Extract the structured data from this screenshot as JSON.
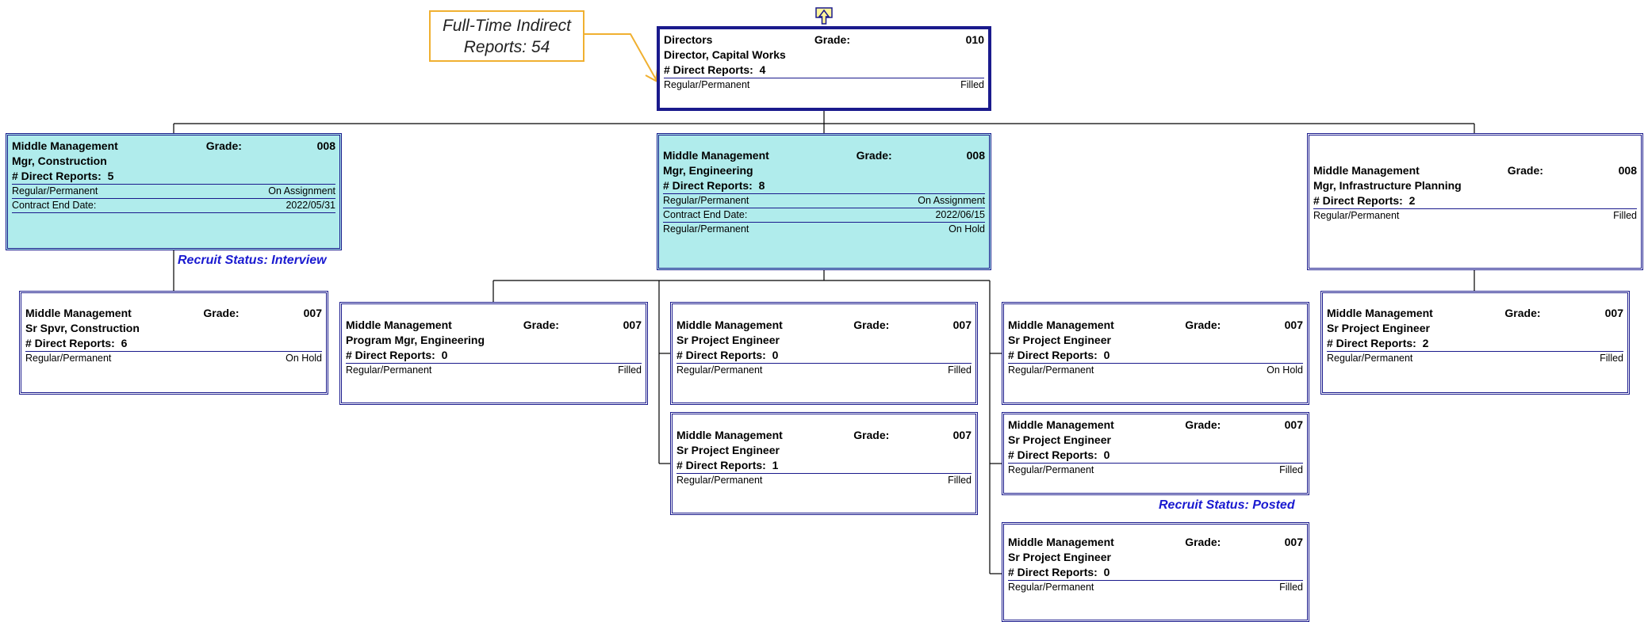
{
  "callout": {
    "line1": "Full-Time Indirect",
    "line2": "Reports: 54"
  },
  "grade_label": "Grade:",
  "dr_label": "# Direct Reports:",
  "nodes": {
    "root": {
      "level": "Directors",
      "grade": "010",
      "title": "Director, Capital Works",
      "direct_reports": "4",
      "rows": [
        {
          "type": "Regular/Permanent",
          "status": "Filled"
        }
      ]
    },
    "construction": {
      "level": "Middle Management",
      "grade": "008",
      "title": "Mgr, Construction",
      "direct_reports": "5",
      "rows": [
        {
          "type": "Regular/Permanent",
          "status": "On Assignment"
        },
        {
          "type": "Contract End Date:",
          "status": "2022/05/31"
        }
      ]
    },
    "engineering": {
      "level": "Middle Management",
      "grade": "008",
      "title": "Mgr, Engineering",
      "direct_reports": "8",
      "rows": [
        {
          "type": "Regular/Permanent",
          "status": "On Assignment"
        },
        {
          "type": "Contract End Date:",
          "status": "2022/06/15"
        },
        {
          "type": "Regular/Permanent",
          "status": "On Hold"
        }
      ]
    },
    "infra": {
      "level": "Middle Management",
      "grade": "008",
      "title": "Mgr, Infrastructure Planning",
      "direct_reports": "2",
      "rows": [
        {
          "type": "Regular/Permanent",
          "status": "Filled"
        }
      ]
    },
    "spvr": {
      "level": "Middle Management",
      "grade": "007",
      "title": "Sr Spvr, Construction",
      "direct_reports": "6",
      "rows": [
        {
          "type": "Regular/Permanent",
          "status": "On Hold"
        }
      ]
    },
    "prog": {
      "level": "Middle Management",
      "grade": "007",
      "title": "Program Mgr, Engineering",
      "direct_reports": "0",
      "rows": [
        {
          "type": "Regular/Permanent",
          "status": "Filled"
        }
      ]
    },
    "spe1": {
      "level": "Middle Management",
      "grade": "007",
      "title": "Sr Project Engineer",
      "direct_reports": "0",
      "rows": [
        {
          "type": "Regular/Permanent",
          "status": "Filled"
        }
      ]
    },
    "spe2": {
      "level": "Middle Management",
      "grade": "007",
      "title": "Sr Project Engineer",
      "direct_reports": "1",
      "rows": [
        {
          "type": "Regular/Permanent",
          "status": "Filled"
        }
      ]
    },
    "spe3": {
      "level": "Middle Management",
      "grade": "007",
      "title": "Sr Project Engineer",
      "direct_reports": "0",
      "rows": [
        {
          "type": "Regular/Permanent",
          "status": "On Hold"
        }
      ]
    },
    "spe4": {
      "level": "Middle Management",
      "grade": "007",
      "title": "Sr Project Engineer",
      "direct_reports": "0",
      "rows": [
        {
          "type": "Regular/Permanent",
          "status": "Filled"
        }
      ]
    },
    "spe5": {
      "level": "Middle Management",
      "grade": "007",
      "title": "Sr Project Engineer",
      "direct_reports": "0",
      "rows": [
        {
          "type": "Regular/Permanent",
          "status": "Filled"
        }
      ]
    },
    "spe6": {
      "level": "Middle Management",
      "grade": "007",
      "title": "Sr Project Engineer",
      "direct_reports": "2",
      "rows": [
        {
          "type": "Regular/Permanent",
          "status": "Filled"
        }
      ]
    }
  },
  "recruit": {
    "interview": "Recruit Status: Interview",
    "posted": "Recruit Status: Posted"
  },
  "colors": {
    "border": "#1a1a8c",
    "highlight": "#b0ecec",
    "recruit": "#1a1ad0",
    "callout": "#f0b030"
  },
  "icons": {
    "up": "up-arrow-icon"
  }
}
